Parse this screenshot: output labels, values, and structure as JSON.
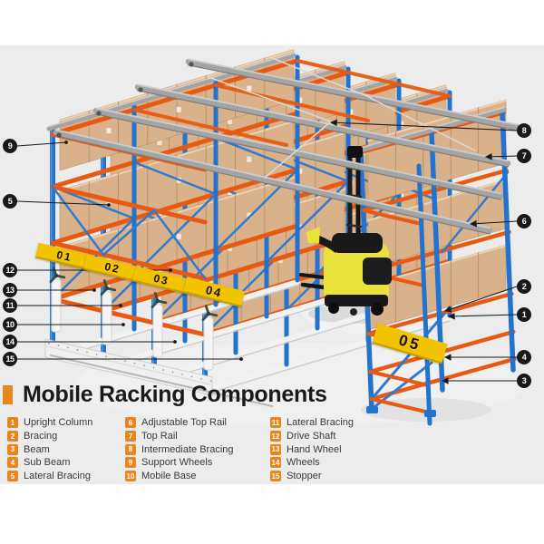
{
  "illustration": {
    "banners": [
      "01",
      "02",
      "03",
      "04",
      "05"
    ],
    "callouts": {
      "c9": "9",
      "c5": "5",
      "c12": "12",
      "c13": "13",
      "c11": "11",
      "c10": "10",
      "c14": "14",
      "c15": "15",
      "c8": "8",
      "c7": "7",
      "c6": "6",
      "c2": "2",
      "c1": "1",
      "c4": "4",
      "c3": "3"
    }
  },
  "legend": {
    "title": "Mobile Racking Components",
    "columns": [
      [
        {
          "num": "1",
          "label": "Upright Column"
        },
        {
          "num": "2",
          "label": "Bracing"
        },
        {
          "num": "3",
          "label": "Beam"
        },
        {
          "num": "4",
          "label": "Sub Beam"
        },
        {
          "num": "5",
          "label": "Lateral Bracing"
        }
      ],
      [
        {
          "num": "6",
          "label": "Adjustable Top Rail"
        },
        {
          "num": "7",
          "label": "Top Rail"
        },
        {
          "num": "8",
          "label": "Intermediate Bracing"
        },
        {
          "num": "9",
          "label": "Support Wheels"
        },
        {
          "num": "10",
          "label": "Mobile Base"
        }
      ],
      [
        {
          "num": "11",
          "label": "Lateral Bracing"
        },
        {
          "num": "12",
          "label": "Drive Shaft"
        },
        {
          "num": "13",
          "label": "Hand Wheel"
        },
        {
          "num": "14",
          "label": "Wheels"
        },
        {
          "num": "15",
          "label": "Stopper"
        }
      ]
    ]
  },
  "colors": {
    "background_gray": "#ececec",
    "rack_blue": "#2273cf",
    "rack_blue_light": "#2e7ad0",
    "rack_orange": "#e85a12",
    "box_tan": "#d9b28b",
    "rail_gray": "#a4a4a4",
    "banner_yellow": "#f2c400",
    "legend_orange": "#e8851c",
    "callout_black": "#191919",
    "forklift_yellow": "#e9e23a"
  }
}
